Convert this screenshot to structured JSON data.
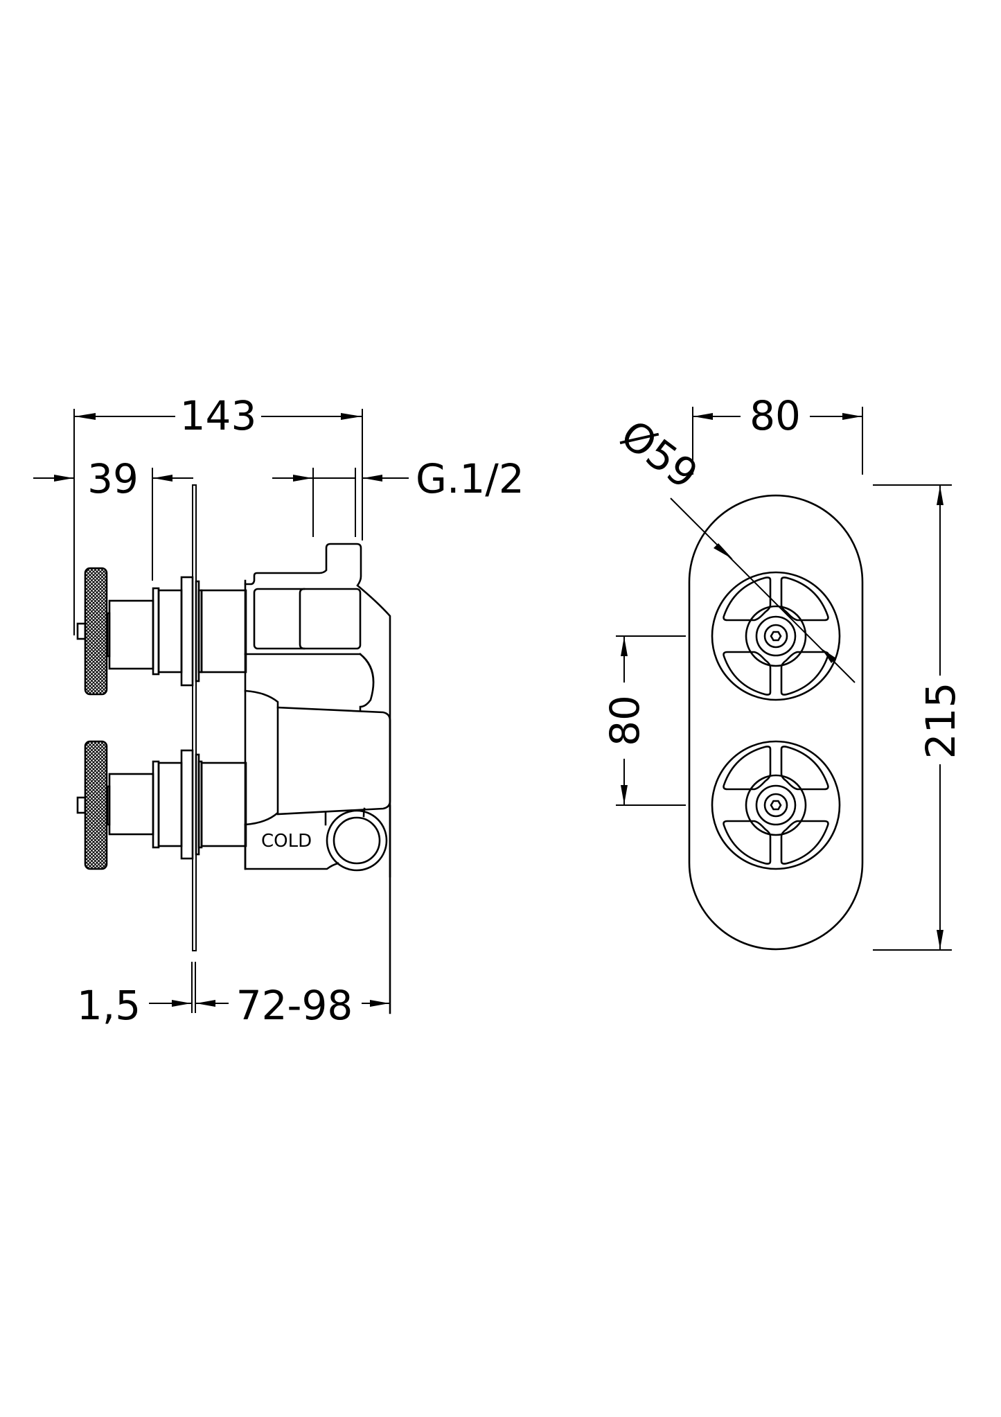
{
  "drawing": {
    "title": "Twin shower valve technical drawing",
    "views": [
      "side-view",
      "front-view"
    ],
    "line_color": "#000000",
    "background": "#ffffff"
  },
  "side_view": {
    "dimensions": {
      "overall_depth": "143",
      "handle_projection": "39",
      "inlet_thread": "G.1/2",
      "plate_thickness": "1,5",
      "wall_depth_range": "72-98"
    },
    "labels": {
      "cold_inlet": "COLD"
    }
  },
  "front_view": {
    "dimensions": {
      "plate_width": "80",
      "handle_diameter": "Ø59",
      "handle_centres": "80",
      "plate_height": "215"
    }
  }
}
